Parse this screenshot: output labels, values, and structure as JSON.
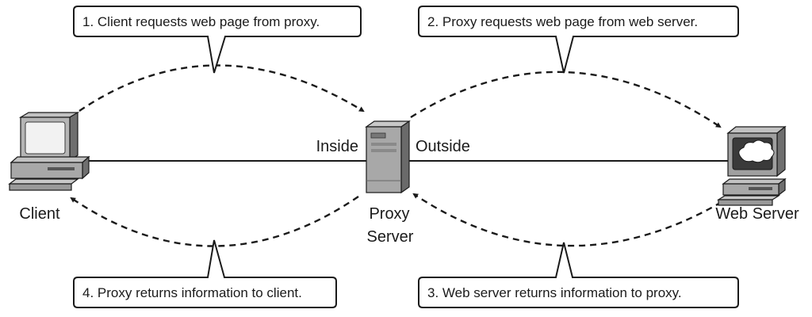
{
  "callouts": {
    "step1": "1. Client requests web page from proxy.",
    "step2": "2. Proxy requests web page from web server.",
    "step3": "3. Web server returns information to proxy.",
    "step4": "4. Proxy returns information to client."
  },
  "labels": {
    "client": "Client",
    "inside": "Inside",
    "outside": "Outside",
    "proxy_line1": "Proxy",
    "proxy_line2": "Server",
    "web_server": "Web Server"
  },
  "icons": {
    "client": "desktop-computer-icon",
    "proxy": "tower-server-icon",
    "web_server": "web-server-computer-icon"
  }
}
